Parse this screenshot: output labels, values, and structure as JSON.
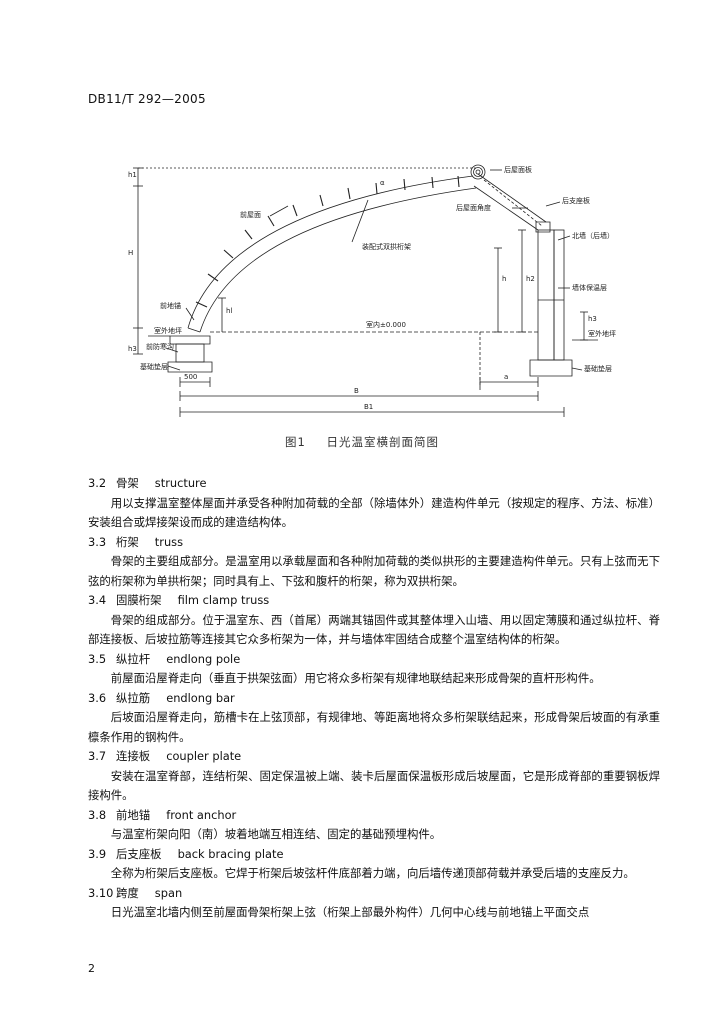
{
  "header": {
    "doc_code": "DB11/T 292—2005"
  },
  "figure": {
    "caption_num": "图1",
    "caption_text": "日光温室横剖面简图",
    "labels": {
      "h1_top": "h1",
      "H": "H",
      "alpha": "α",
      "front_roof": "前屋面",
      "truss": "装配式双拱桁架",
      "ridge_board": "后屋面板",
      "rear_roof_pitch": "后屋面角度",
      "back_support": "后支座板",
      "north_wall": "北墙（后墙）",
      "insulation": "墙体保温层",
      "front_anchor": "前地锚",
      "outdoor_ground": "室外地坪",
      "front_dike": "前防寒沟",
      "indoor_ground": "室内±0.000",
      "h3_left": "h3",
      "hl": "hl",
      "foundation_left": "基础垫层",
      "d500": "500",
      "a": "a",
      "B": "B",
      "B1": "B1",
      "h": "h",
      "h2": "h2",
      "h3_right": "h3",
      "outdoor_ground_right": "室外地坪",
      "foundation_right": "基础垫层"
    }
  },
  "sections": [
    {
      "num": "3.2",
      "zh": "骨架",
      "en": "structure",
      "body": "用以支撑温室整体屋面并承受各种附加荷载的全部（除墙体外）建造构件单元（按规定的程序、方法、标准）安装组合或焊接架设而成的建造结构体。"
    },
    {
      "num": "3.3",
      "zh": "桁架",
      "en": "truss",
      "body": "骨架的主要组成部分。是温室用以承载屋面和各种附加荷载的类似拱形的主要建造构件单元。只有上弦而无下弦的桁架称为单拱桁架；同时具有上、下弦和腹杆的桁架，称为双拱桁架。"
    },
    {
      "num": "3.4",
      "zh": "固膜桁架",
      "en": "film clamp truss",
      "body": "骨架的组成部分。位于温室东、西（首尾）两端其锚固件或其整体埋入山墙、用以固定薄膜和通过纵拉杆、脊部连接板、后坡拉筋等连接其它众多桁架为一体，并与墙体牢固结合成整个温室结构体的桁架。"
    },
    {
      "num": "3.5",
      "zh": "纵拉杆",
      "en": "endlong pole",
      "body": "前屋面沿屋脊走向（垂直于拱架弦面）用它将众多桁架有规律地联结起来形成骨架的直杆形构件。"
    },
    {
      "num": "3.6",
      "zh": "纵拉筋",
      "en": "endlong bar",
      "body": "后坡面沿屋脊走向，筋槽卡在上弦顶部，有规律地、等距离地将众多桁架联结起来，形成骨架后坡面的有承重檩条作用的钢构件。"
    },
    {
      "num": "3.7",
      "zh": "连接板",
      "en": "coupler plate",
      "body": "安装在温室脊部，连结桁架、固定保温被上端、装卡后屋面保温板形成后坡屋面，它是形成脊部的重要钢板焊接构件。"
    },
    {
      "num": "3.8",
      "zh": "前地锚",
      "en": "front anchor",
      "body": "与温室桁架向阳（南）坡着地端互相连结、固定的基础预埋构件。"
    },
    {
      "num": "3.9",
      "zh": "后支座板",
      "en": "back bracing plate",
      "body": "全称为桁架后支座板。它焊于桁架后坡弦杆件底部着力端，向后墙传递顶部荷载并承受后墙的支座反力。"
    },
    {
      "num": "3.10",
      "zh": "跨度",
      "en": "span",
      "body": "日光温室北墙内侧至前屋面骨架桁架上弦（桁架上部最外构件）几何中心线与前地锚上平面交点"
    }
  ],
  "footer": {
    "page_number": "2"
  }
}
